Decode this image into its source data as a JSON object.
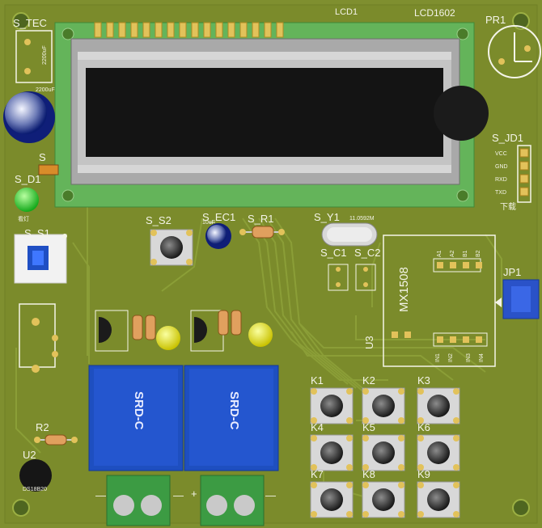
{
  "lcd": {
    "ref": "LCD1",
    "model": "LCD1602"
  },
  "labels": {
    "s_tec": "S_TEC",
    "s_d1": "S_D1",
    "s_s1": "S_S1",
    "s_s2": "S_S2",
    "s_ec1": "S_EC1",
    "s_r1": "S_R1",
    "s_y1": "S_Y1",
    "s_c1": "S_C1",
    "s_c2": "S_C2",
    "s_jd1": "S_JD1",
    "pr1": "PR1",
    "jp1": "JP1",
    "u2": "U2",
    "u3": "U3",
    "r2": "R2",
    "s_partial": "S",
    "mx": "MX1508",
    "ec_value": "2200uF",
    "crystal": "11.0592M",
    "jd_pins": [
      "VCC",
      "GND",
      "RXD",
      "TXD"
    ],
    "jd_note": "下载",
    "power_note": "看灯",
    "u2_part": "DS18B20",
    "ec1_small": "10uF",
    "mx_top_pins": [
      "A1",
      "A2",
      "B1",
      "B2"
    ],
    "mx_bottom_pins": [
      "IN1",
      "IN2",
      "IN3",
      "IN4"
    ],
    "relays": [
      "SRD-C",
      "SRD-C"
    ],
    "keys": [
      "K1",
      "K2",
      "K3",
      "K4",
      "K5",
      "K6",
      "K7",
      "K8",
      "K9"
    ],
    "terminal_plus": "+",
    "terminal_minus": "—"
  }
}
